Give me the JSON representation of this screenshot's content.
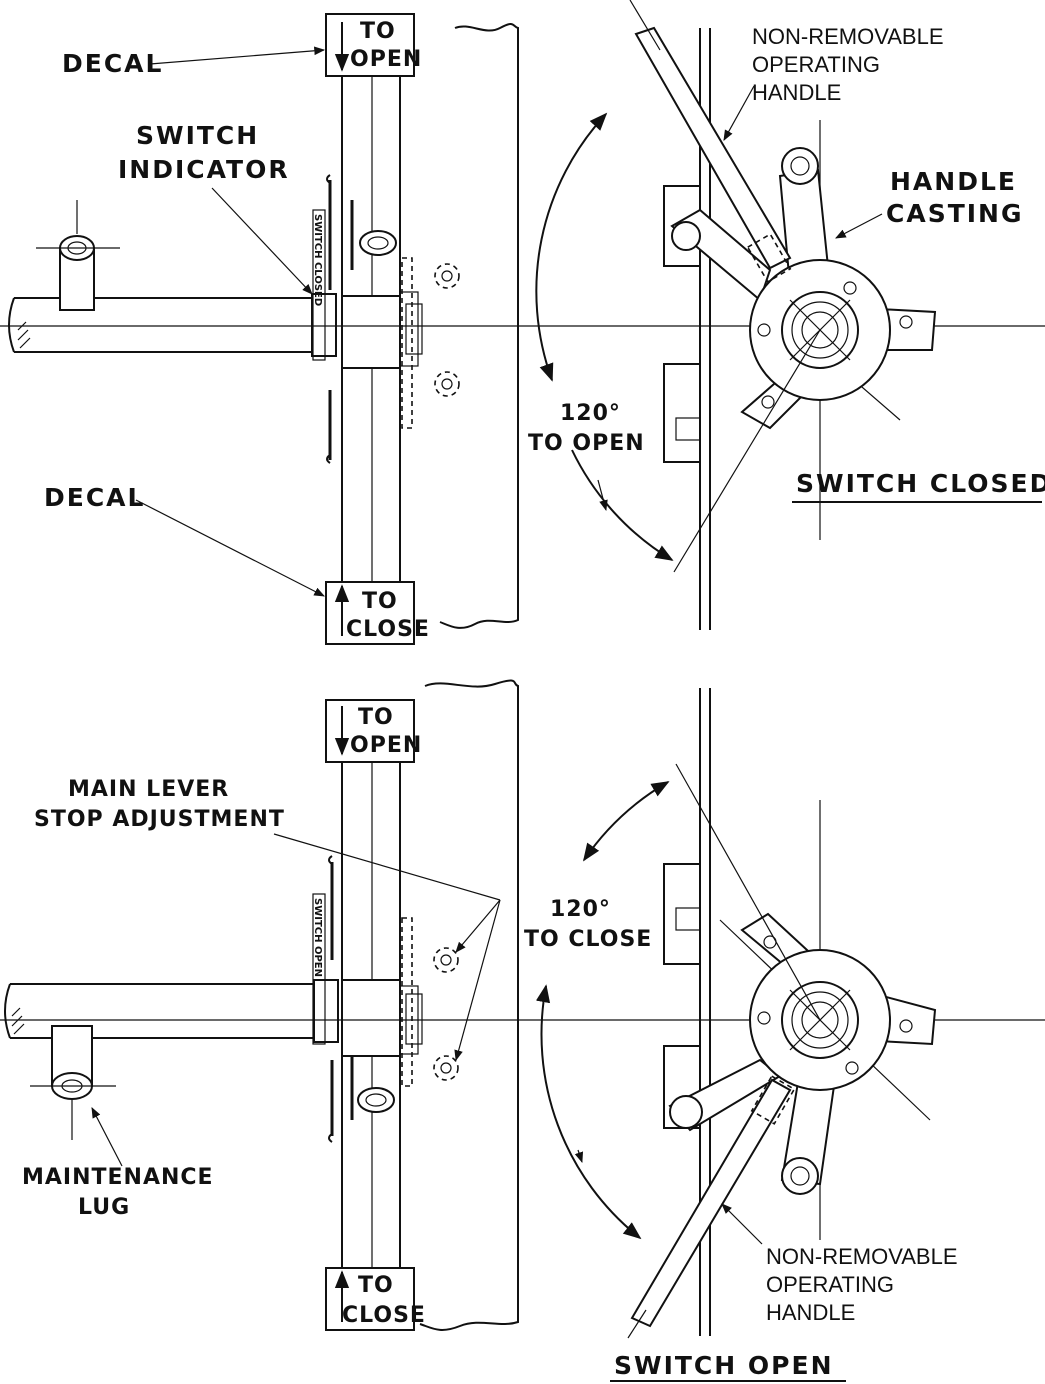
{
  "top_view": {
    "decal_top": "DECAL",
    "switch_indicator_line1": "SWITCH",
    "switch_indicator_line2": "INDICATOR",
    "decal_bottom": "DECAL",
    "box_open_line1": "TO",
    "box_open_line2": "OPEN",
    "box_close_line1": "TO",
    "box_close_line2": "CLOSE",
    "handle_line1": "NON-REMOVABLE",
    "handle_line2": "OPERATING",
    "handle_line3": "HANDLE",
    "casting_line1": "HANDLE",
    "casting_line2": "CASTING",
    "angle_value": "120°",
    "angle_label": "TO OPEN",
    "state_caption": "SWITCH  CLOSED",
    "indicator_strip": "SWITCH CLOSED"
  },
  "bottom_view": {
    "box_open_line1": "TO",
    "box_open_line2": "OPEN",
    "box_close_line1": "TO",
    "box_close_line2": "CLOSE",
    "stop_line1": "MAIN LEVER",
    "stop_line2": "STOP ADJUSTMENT",
    "lug_line1": "MAINTENANCE",
    "lug_line2": "LUG",
    "angle_value": "120°",
    "angle_label": "TO CLOSE",
    "handle_line1": "NON-REMOVABLE",
    "handle_line2": "OPERATING",
    "handle_line3": "HANDLE",
    "state_caption": "SWITCH   OPEN",
    "indicator_strip": "SWITCH OPEN"
  }
}
